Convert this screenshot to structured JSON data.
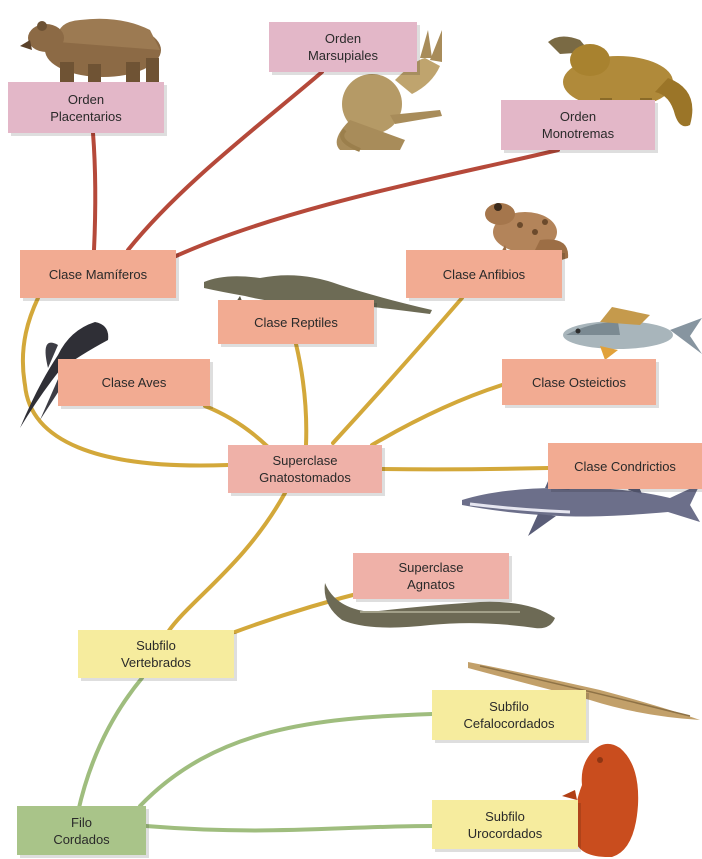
{
  "nodes": {
    "placentarios": {
      "line1": "Orden",
      "line2": "Placentarios"
    },
    "marsupiales": {
      "line1": "Orden",
      "line2": "Marsupiales"
    },
    "monotremas": {
      "line1": "Orden",
      "line2": "Monotremas"
    },
    "mamiferos": {
      "line1": "Clase Mamíferos"
    },
    "anfibios": {
      "line1": "Clase Anfibios"
    },
    "reptiles": {
      "line1": "Clase Reptiles"
    },
    "aves": {
      "line1": "Clase Aves"
    },
    "osteictios": {
      "line1": "Clase Osteictios"
    },
    "gnatostomados": {
      "line1": "Superclase",
      "line2": "Gnatostomados"
    },
    "condrictios": {
      "line1": "Clase Condrictios"
    },
    "agnatos": {
      "line1": "Superclase",
      "line2": "Agnatos"
    },
    "vertebrados": {
      "line1": "Subfilo",
      "line2": "Vertebrados"
    },
    "cefalocordados": {
      "line1": "Subfilo",
      "line2": "Cefalocordados"
    },
    "cordados": {
      "line1": "Filo",
      "line2": "Cordados"
    },
    "urocordados": {
      "line1": "Subfilo",
      "line2": "Urocordados"
    }
  },
  "colors": {
    "order_box": "#e3b7c8",
    "class_box": "#f2ab92",
    "superclass_box": "#efb1a8",
    "subphylum_box": "#f6ec9e",
    "phylum_box": "#a9c489",
    "branch_red": "#b5493a",
    "branch_gold": "#d3a83a",
    "branch_green": "#9fbd7e"
  },
  "illustrations": [
    "bear",
    "kangaroo",
    "platypus",
    "frog",
    "crocodile",
    "swift-bird",
    "bony-fish",
    "shark",
    "lamprey",
    "lancelet",
    "tunicate"
  ]
}
